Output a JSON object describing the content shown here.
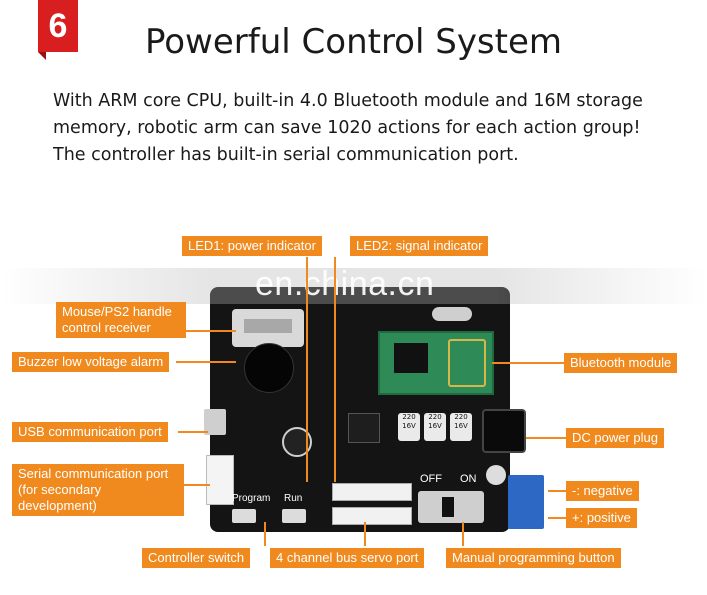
{
  "section_number": "6",
  "title": "Powerful Control System",
  "description_lines": [
    "With ARM core CPU, built-in 4.0 Bluetooth module and 16M storage",
    "memory, robotic arm can save 1020 actions for each action group!",
    "The controller has built-in serial communication port."
  ],
  "watermark": "en.china.cn",
  "colors": {
    "badge": "#d81e1e",
    "label": "#f08a1e",
    "board": "#141414",
    "bluetooth": "#2e8b57"
  },
  "labels": {
    "led1": "LED1: power indicator",
    "led2": "LED2: signal indicator",
    "receiver": "Mouse/PS2 handle control receiver",
    "buzzer": "Buzzer low voltage alarm",
    "bluetooth": "Bluetooth module",
    "usb": "USB communication port",
    "dc": "DC power plug",
    "serial": "Serial communication port (for secondary development)",
    "negative": "-: negative",
    "positive": "+: positive",
    "switch": "Controller switch",
    "servo": "4 channel bus servo port",
    "programming": "Manual programming button"
  },
  "board_text": {
    "off": "OFF",
    "on": "ON",
    "program": "Program",
    "run": "Run",
    "cap1": "220 16V",
    "cap2": "220 16V",
    "cap3": "220 16V"
  }
}
